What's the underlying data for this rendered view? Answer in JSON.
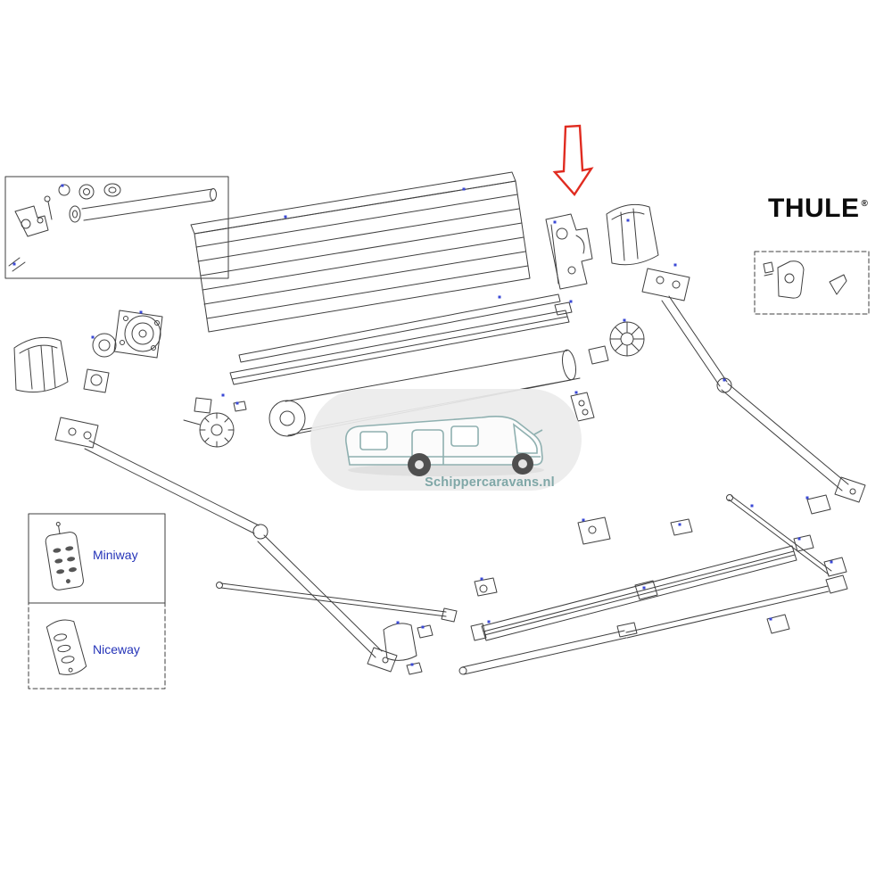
{
  "page": {
    "background": "#ffffff"
  },
  "brand": {
    "name": "THULE",
    "registered_mark": "®"
  },
  "watermark": {
    "text": "Schippercaravans.nl",
    "text_color": "#7fa7a7",
    "pill_color": "#ececec",
    "art_color": "#8fb0b0"
  },
  "legend": {
    "items": [
      {
        "label": "Miniway"
      },
      {
        "label": "Niceway"
      }
    ],
    "label_color": "#2433b8"
  },
  "annotations": {
    "arrow_color": "#e02b20",
    "marker_color": "#3a48d6"
  }
}
